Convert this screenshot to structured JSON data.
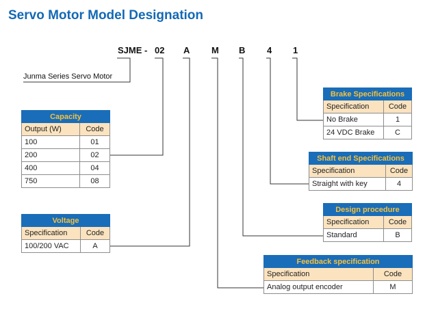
{
  "title": "Servo Motor Model Designation",
  "model_code": {
    "prefix": "SJME",
    "dash": "-",
    "capacity": "02",
    "voltage": "A",
    "feedback": "M",
    "design": "B",
    "shaft": "4",
    "brake": "1"
  },
  "series_label": "Junma Series Servo Motor",
  "capacity": {
    "title": "Capacity",
    "headers": [
      "Output (W)",
      "Code"
    ],
    "rows": [
      [
        "100",
        "01"
      ],
      [
        "200",
        "02"
      ],
      [
        "400",
        "04"
      ],
      [
        "750",
        "08"
      ]
    ]
  },
  "voltage": {
    "title": "Voltage",
    "headers": [
      "Specification",
      "Code"
    ],
    "rows": [
      [
        "100/200 VAC",
        "A"
      ]
    ]
  },
  "brake": {
    "title": "Brake Specifications",
    "headers": [
      "Specification",
      "Code"
    ],
    "rows": [
      [
        "No Brake",
        "1"
      ],
      [
        "24 VDC Brake",
        "C"
      ]
    ]
  },
  "shaft": {
    "title": "Shaft end Specifications",
    "headers": [
      "Specification",
      "Code"
    ],
    "rows": [
      [
        "Straight with key",
        "4"
      ]
    ]
  },
  "design": {
    "title": "Design procedure",
    "headers": [
      "Specification",
      "Code"
    ],
    "rows": [
      [
        "Standard",
        "B"
      ]
    ]
  },
  "feedback": {
    "title": "Feedback specification",
    "headers": [
      "Specification",
      "Code"
    ],
    "rows": [
      [
        "Analog output encoder",
        "M"
      ]
    ]
  },
  "colors": {
    "title": "#1468b4",
    "header_bg": "#1a6db8",
    "header_text": "#f6c13c",
    "column_bg": "#fbe3bf"
  }
}
